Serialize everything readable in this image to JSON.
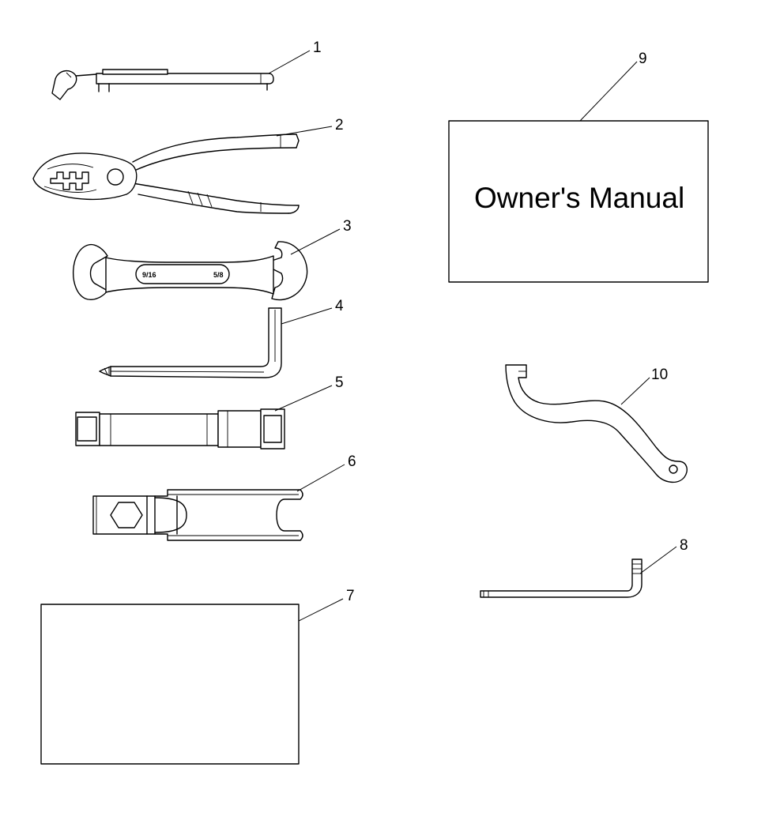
{
  "callouts": [
    {
      "id": "1",
      "label": "1"
    },
    {
      "id": "2",
      "label": "2"
    },
    {
      "id": "3",
      "label": "3"
    },
    {
      "id": "4",
      "label": "4"
    },
    {
      "id": "5",
      "label": "5"
    },
    {
      "id": "6",
      "label": "6"
    },
    {
      "id": "7",
      "label": "7"
    },
    {
      "id": "8",
      "label": "8"
    },
    {
      "id": "9",
      "label": "9"
    },
    {
      "id": "10",
      "label": "10"
    }
  ],
  "wrench_marks": {
    "left": "9/16",
    "right": "5/8"
  },
  "owners_manual": {
    "title": "Owner's Manual"
  }
}
